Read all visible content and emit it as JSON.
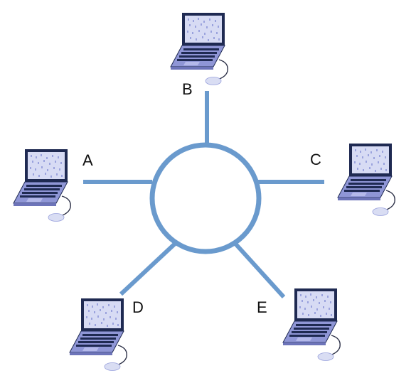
{
  "diagram": {
    "type": "ring-topology",
    "colors": {
      "link": "#6a9acd",
      "laptop_body": "#8f96d6",
      "laptop_body_dark": "#6d74b9",
      "laptop_outline": "#1f2a52",
      "screen": "#d7dbf4",
      "screen_pattern": "#9aa2dd",
      "mouse": "#d9ddf3",
      "cable": "#2b2f46"
    },
    "nodes": [
      {
        "id": "A",
        "label": "A",
        "icon": "laptop-icon"
      },
      {
        "id": "B",
        "label": "B",
        "icon": "laptop-icon"
      },
      {
        "id": "C",
        "label": "C",
        "icon": "laptop-icon"
      },
      {
        "id": "D",
        "label": "D",
        "icon": "laptop-icon"
      },
      {
        "id": "E",
        "label": "E",
        "icon": "laptop-icon"
      }
    ]
  }
}
